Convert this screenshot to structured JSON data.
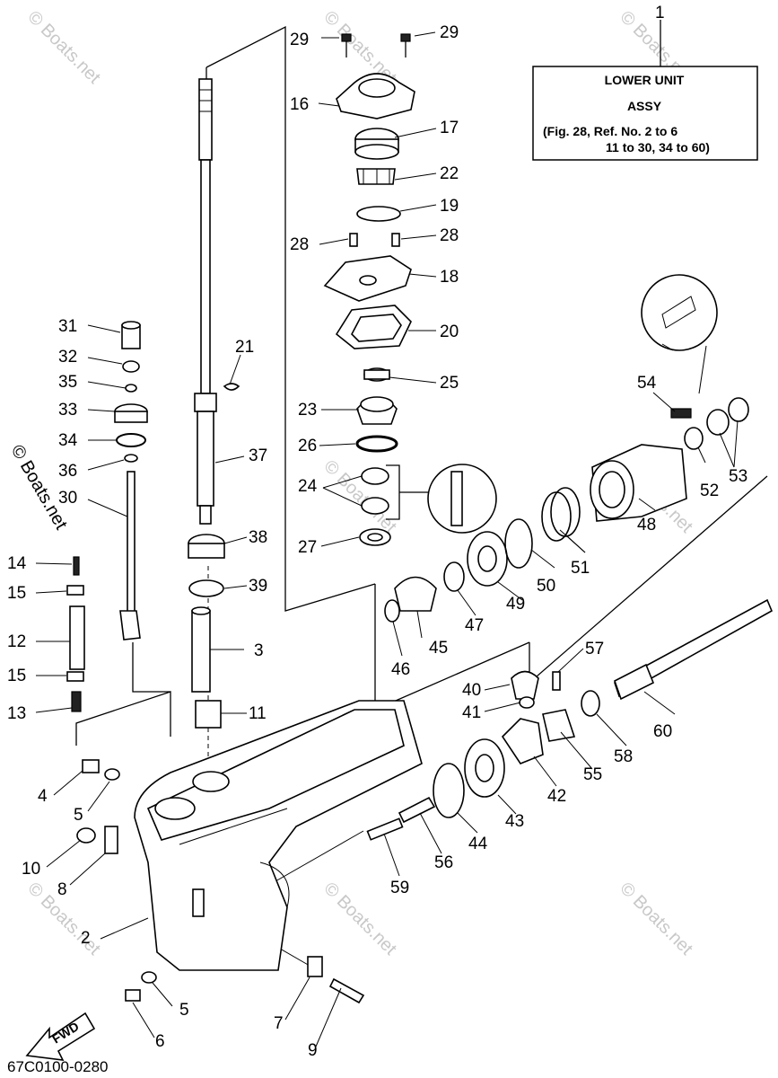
{
  "diagram": {
    "title_box": {
      "line1": "LOWER UNIT",
      "line2": "ASSY",
      "line3": "(Fig. 28, Ref. No. 2 to 6",
      "line4": "11 to 30, 34 to 60)"
    },
    "diagram_code": "67C0100-0280",
    "fwd_label": "FWD",
    "watermark": "© Boats.net",
    "callouts": {
      "c1": "1",
      "c2": "2",
      "c3": "3",
      "c4": "4",
      "c5a": "5",
      "c5b": "5",
      "c6": "6",
      "c7": "7",
      "c8": "8",
      "c9": "9",
      "c10": "10",
      "c11": "11",
      "c12": "12",
      "c13": "13",
      "c14": "14",
      "c15a": "15",
      "c15b": "15",
      "c16": "16",
      "c17": "17",
      "c18": "18",
      "c19": "19",
      "c20": "20",
      "c21": "21",
      "c22": "22",
      "c23": "23",
      "c24": "24",
      "c25": "25",
      "c26": "26",
      "c27": "27",
      "c28a": "28",
      "c28b": "28",
      "c29a": "29",
      "c29b": "29",
      "c30": "30",
      "c31": "31",
      "c32": "32",
      "c33": "33",
      "c34": "34",
      "c35": "35",
      "c36": "36",
      "c37": "37",
      "c38": "38",
      "c39": "39",
      "c40": "40",
      "c41": "41",
      "c42": "42",
      "c43": "43",
      "c44": "44",
      "c45": "45",
      "c46": "46",
      "c47": "47",
      "c48": "48",
      "c49": "49",
      "c50": "50",
      "c51": "51",
      "c52": "52",
      "c53": "53",
      "c54": "54",
      "c55": "55",
      "c56": "56",
      "c57": "57",
      "c58": "58",
      "c59": "59",
      "c60": "60"
    }
  }
}
